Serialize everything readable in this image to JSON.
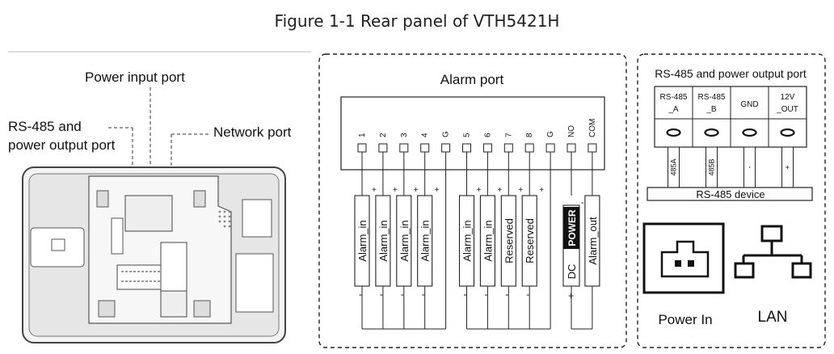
{
  "figure": {
    "title": "Figure 1-1 Rear panel of VTH5421H"
  },
  "left_panel": {
    "label_power_input": "Power input port",
    "label_rs485_line1": "RS-485 and",
    "label_rs485_line2": "power output port",
    "label_network": "Network port"
  },
  "alarm_panel": {
    "title": "Alarm port",
    "pins": [
      "1",
      "2",
      "3",
      "4",
      "G",
      "5",
      "6",
      "7",
      "8",
      "G",
      "NO",
      "COM"
    ],
    "devices": [
      "Alarm_in",
      "Alarm_in",
      "Alarm_in",
      "Alarm_in",
      "Alarm_in",
      "Alarm_in",
      "Reserved",
      "Reserved"
    ],
    "dc_label": "DC",
    "power_label": "POWER",
    "alarm_out_label": "Alarm_out",
    "plus": "+",
    "minus": "-"
  },
  "right_panel": {
    "title": "RS-485 and power output port",
    "terminals": [
      {
        "line1": "RS-485",
        "line2": "_A"
      },
      {
        "line1": "RS-485",
        "line2": "_B"
      },
      {
        "line1": "GND",
        "line2": ""
      },
      {
        "line1": "12V",
        "line2": "_OUT"
      }
    ],
    "wires": [
      "485A",
      "485B",
      "-",
      "+"
    ],
    "device_label": "RS-485 device",
    "power_in_label": "Power In",
    "lan_label": "LAN"
  }
}
